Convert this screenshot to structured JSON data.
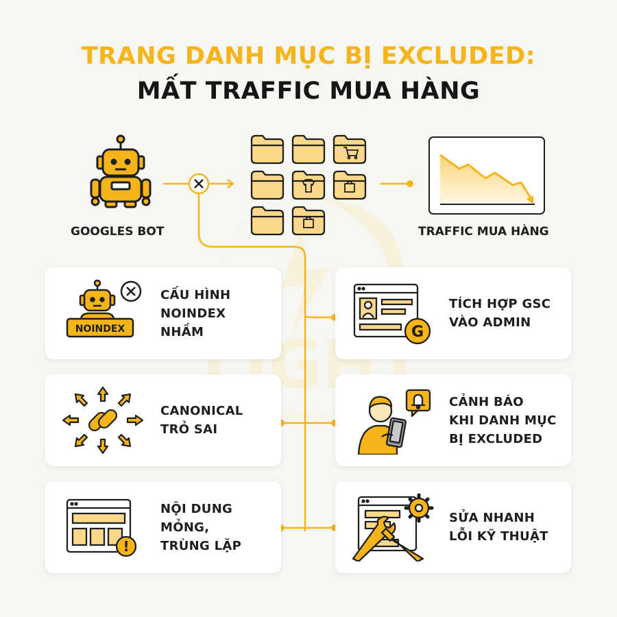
{
  "title": {
    "line1": "TRANG DANH MỤC BỊ EXCLUDED:",
    "line2": "MẤT TRAFFIC MUA HÀNG"
  },
  "top": {
    "bot_label": "GOOGLES BOT",
    "traffic_label": "TRAFFIC MUA HÀNG"
  },
  "causes": [
    {
      "lines": [
        "CẤU HÌNH",
        "NOINDEX",
        "NHẦM"
      ],
      "badge": "NOINDEX"
    },
    {
      "lines": [
        "CANONICAL",
        "TRỎ SAI"
      ]
    },
    {
      "lines": [
        "NỘI DUNG",
        "MỎNG,",
        "TRÙNG LẶP"
      ]
    }
  ],
  "solutions": [
    {
      "lines": [
        "TÍCH HỢP GSC",
        "VÀO ADMIN"
      ]
    },
    {
      "lines": [
        "CẢNH BÁO",
        "KHI DANH MỤC",
        "BỊ EXCLUDED"
      ]
    },
    {
      "lines": [
        "SỬA NHANH",
        "LỖI KỸ THUẬT"
      ]
    }
  ],
  "watermark": {
    "text": "LIGHT",
    "sub": "nh · Chuyên · Sâu"
  },
  "colors": {
    "accent": "#f5b41a",
    "accent_light": "#fcd98a",
    "dark": "#1e1e1e"
  }
}
